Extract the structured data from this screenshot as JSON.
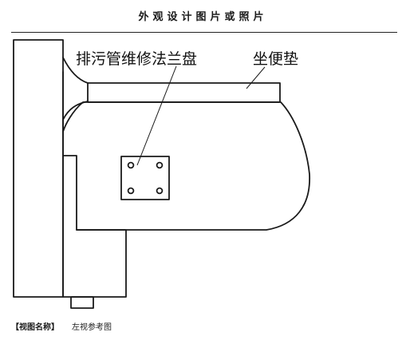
{
  "header": {
    "title": "外观设计图片或照片"
  },
  "drawing": {
    "labels": {
      "flange": "排污管维修法兰盘",
      "seat": "坐便垫"
    }
  },
  "caption": {
    "label": "【视图名称】",
    "value": "左视参考图"
  }
}
